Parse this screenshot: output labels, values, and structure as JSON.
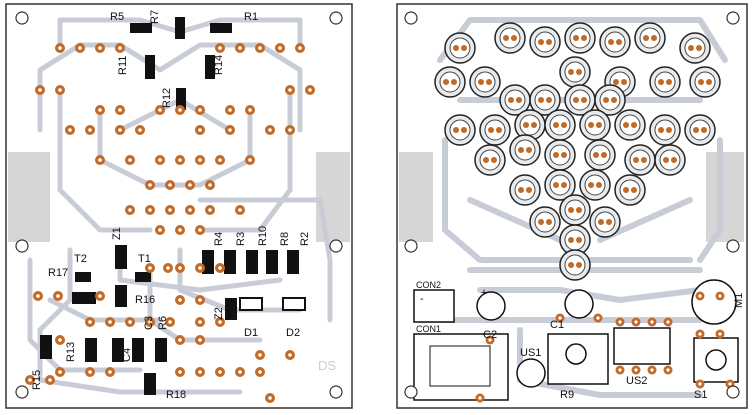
{
  "left_board": {
    "labels": [
      "R5",
      "R7",
      "R1",
      "R11",
      "R14",
      "R12",
      "Z1",
      "R4",
      "R3",
      "R10",
      "R8",
      "R2",
      "T2",
      "T1",
      "R17",
      "R16",
      "C3",
      "R6",
      "Z2",
      "D1",
      "D2",
      "R13",
      "C4",
      "R15",
      "R18"
    ],
    "watermark": "DS"
  },
  "right_board": {
    "labels": [
      "CON2",
      "CON1",
      "C2",
      "C1",
      "US1",
      "R9",
      "US2",
      "S1",
      "M1"
    ],
    "polarity": [
      "+",
      "-"
    ]
  },
  "colors": {
    "trace": "#c8ccd6",
    "pad": "#c26a28",
    "component": "#111111",
    "outline": "#333333",
    "band": "#d6d6d6"
  }
}
